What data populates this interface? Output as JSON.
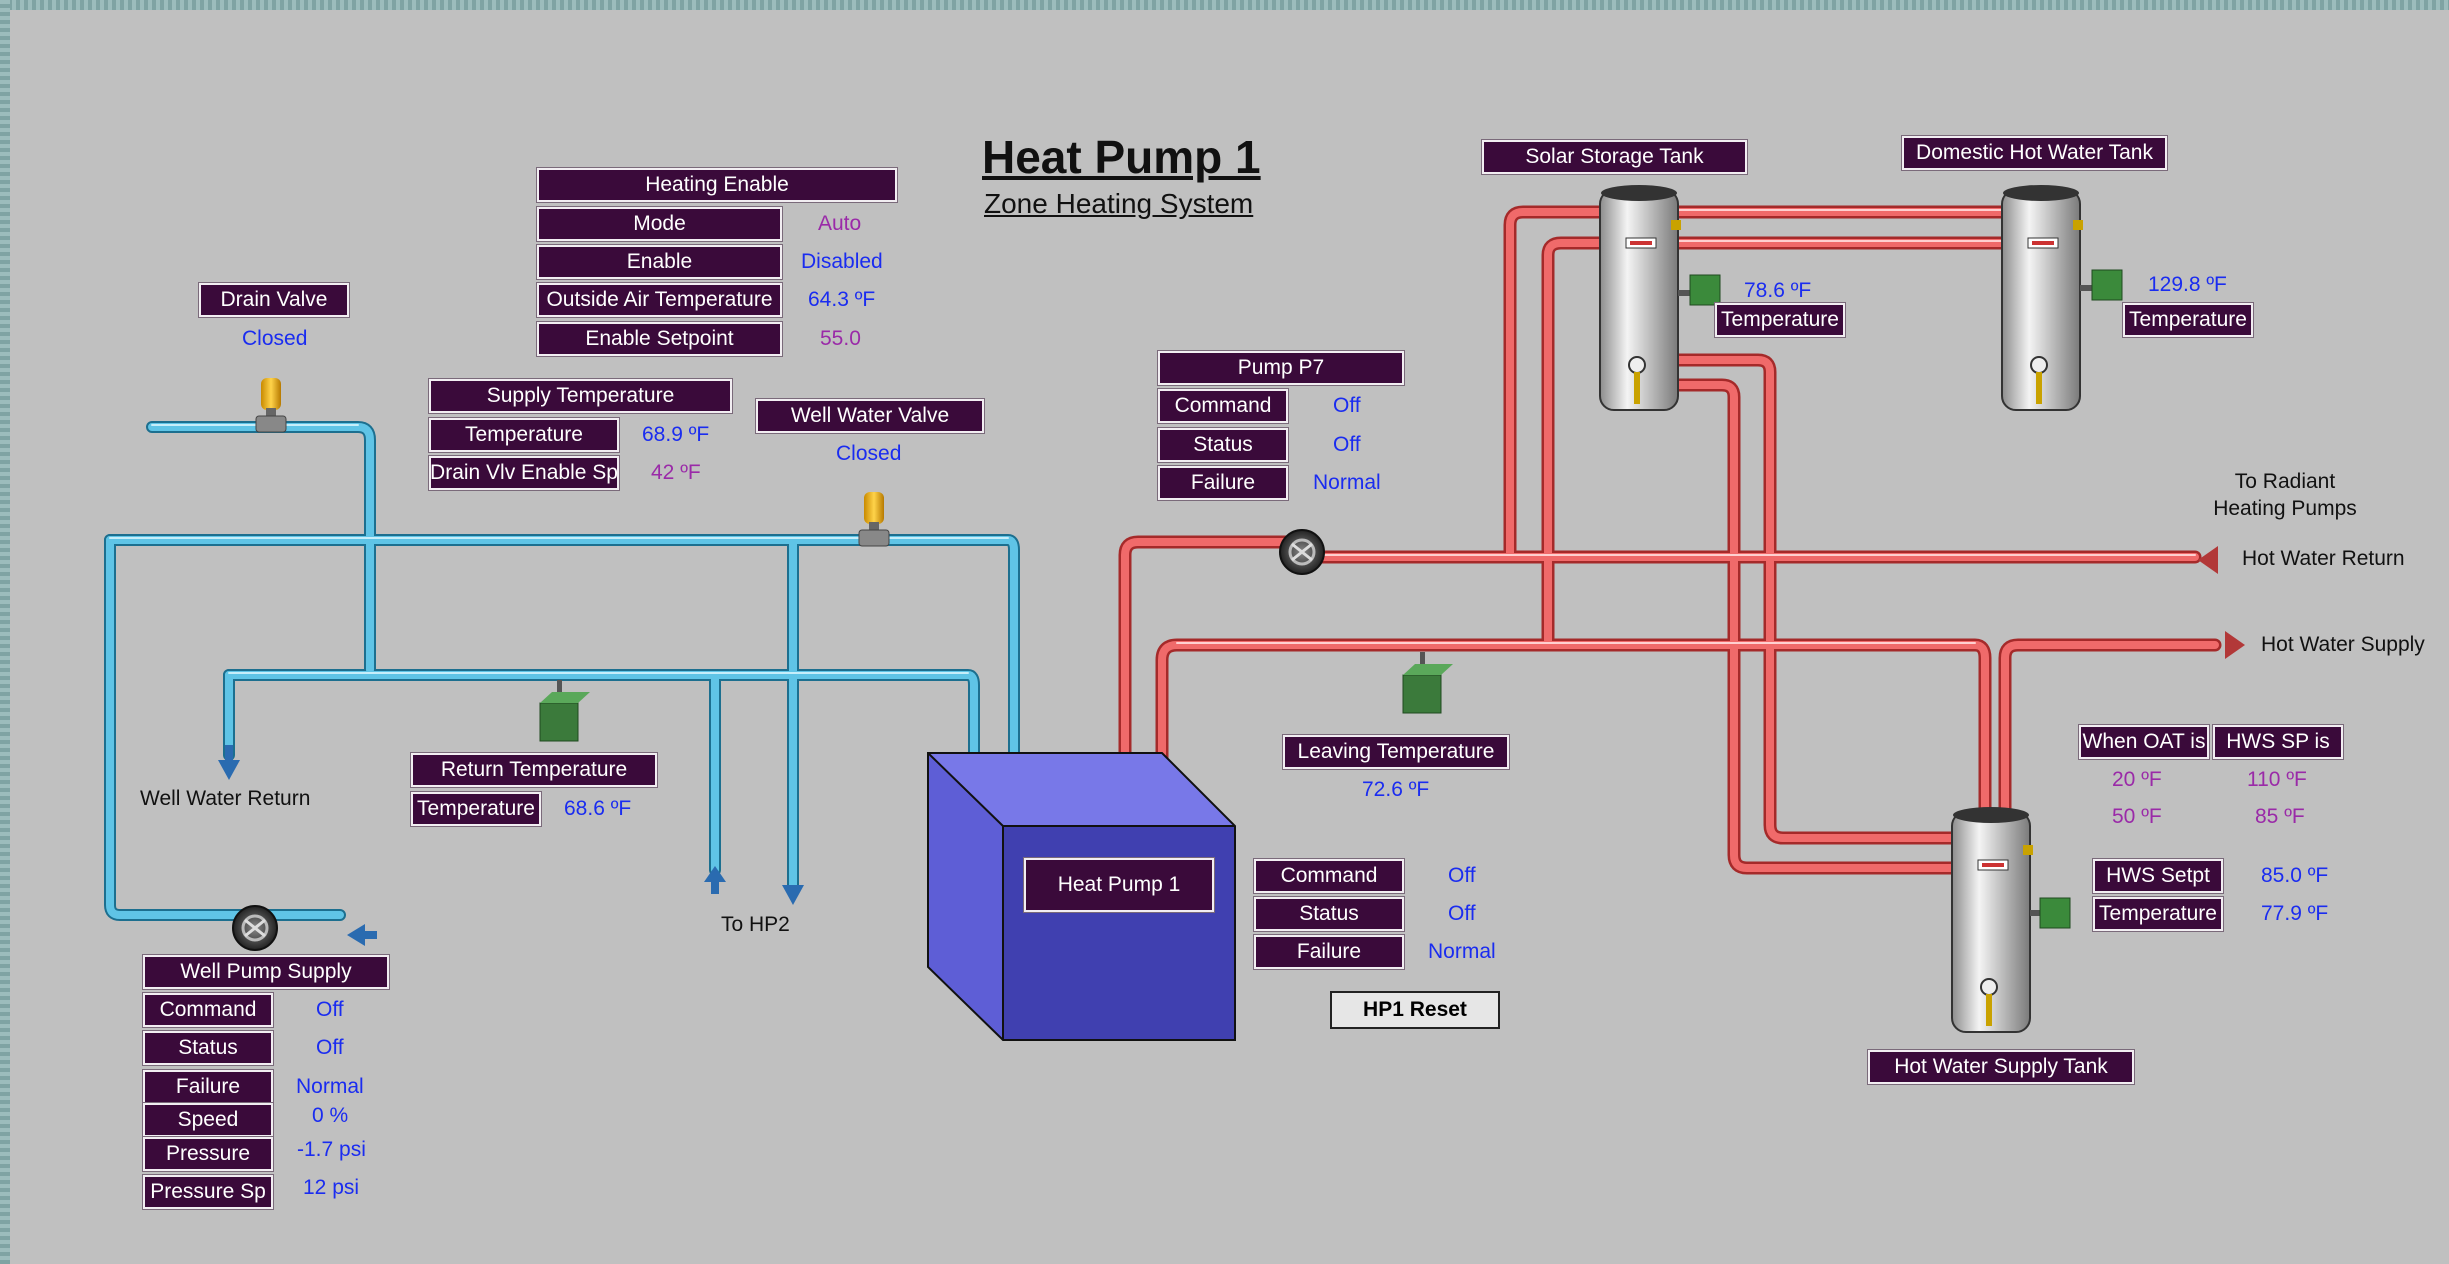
{
  "title": "Heat Pump 1",
  "subtitle": "Zone Heating System",
  "heating_enable": {
    "header": "Heating Enable",
    "mode_label": "Mode",
    "mode_value": "Auto",
    "enable_label": "Enable",
    "enable_value": "Disabled",
    "oat_label": "Outside Air Temperature",
    "oat_value": "64.3 ºF",
    "sp_label": "Enable Setpoint",
    "sp_value": "55.0"
  },
  "drain_valve": {
    "header": "Drain Valve",
    "state": "Closed"
  },
  "supply_temp": {
    "header": "Supply Temperature",
    "temp_label": "Temperature",
    "temp_value": "68.9 ºF",
    "drain_sp_label": "Drain Vlv Enable Sp",
    "drain_sp_value": "42 ºF"
  },
  "well_water_valve": {
    "header": "Well Water Valve",
    "state": "Closed"
  },
  "pump_p7": {
    "header": "Pump P7",
    "command_label": "Command",
    "command_value": "Off",
    "status_label": "Status",
    "status_value": "Off",
    "failure_label": "Failure",
    "failure_value": "Normal"
  },
  "solar_tank": {
    "header": "Solar Storage Tank",
    "temp_value": "78.6 ºF",
    "temp_label": "Temperature"
  },
  "dhw_tank": {
    "header": "Domestic Hot Water Tank",
    "temp_value": "129.8 ºF",
    "temp_label": "Temperature"
  },
  "radiant": {
    "line1": "To Radiant",
    "line2": "Heating Pumps",
    "return_label": "Hot Water Return",
    "supply_label": "Hot Water Supply"
  },
  "well_water_return": "Well Water Return",
  "return_temp": {
    "header": "Return Temperature",
    "temp_label": "Temperature",
    "temp_value": "68.6 ºF"
  },
  "to_hp2": "To HP2",
  "heat_pump": {
    "label": "Heat Pump 1",
    "command_label": "Command",
    "command_value": "Off",
    "status_label": "Status",
    "status_value": "Off",
    "failure_label": "Failure",
    "failure_value": "Normal",
    "reset_label": "HP1 Reset"
  },
  "leaving_temp": {
    "header": "Leaving Temperature",
    "value": "72.6 ºF"
  },
  "reset_schedule": {
    "oat_header": "When OAT is",
    "hws_header": "HWS SP is",
    "row1_oat": "20 ºF",
    "row1_hws": "110 ºF",
    "row2_oat": "50 ºF",
    "row2_hws": "85 ºF"
  },
  "hws_tank": {
    "setpt_label": "HWS Setpt",
    "setpt_value": "85.0 ºF",
    "temp_label": "Temperature",
    "temp_value": "77.9 ºF",
    "header": "Hot Water Supply Tank"
  },
  "well_pump": {
    "header": "Well Pump Supply",
    "command_label": "Command",
    "command_value": "Off",
    "status_label": "Status",
    "status_value": "Off",
    "failure_label": "Failure",
    "failure_value": "Normal",
    "speed_label": "Speed",
    "speed_value": "0 %",
    "pressure_label": "Pressure",
    "pressure_value": "-1.7 psi",
    "pressure_sp_label": "Pressure Sp",
    "pressure_sp_value": "12 psi"
  }
}
